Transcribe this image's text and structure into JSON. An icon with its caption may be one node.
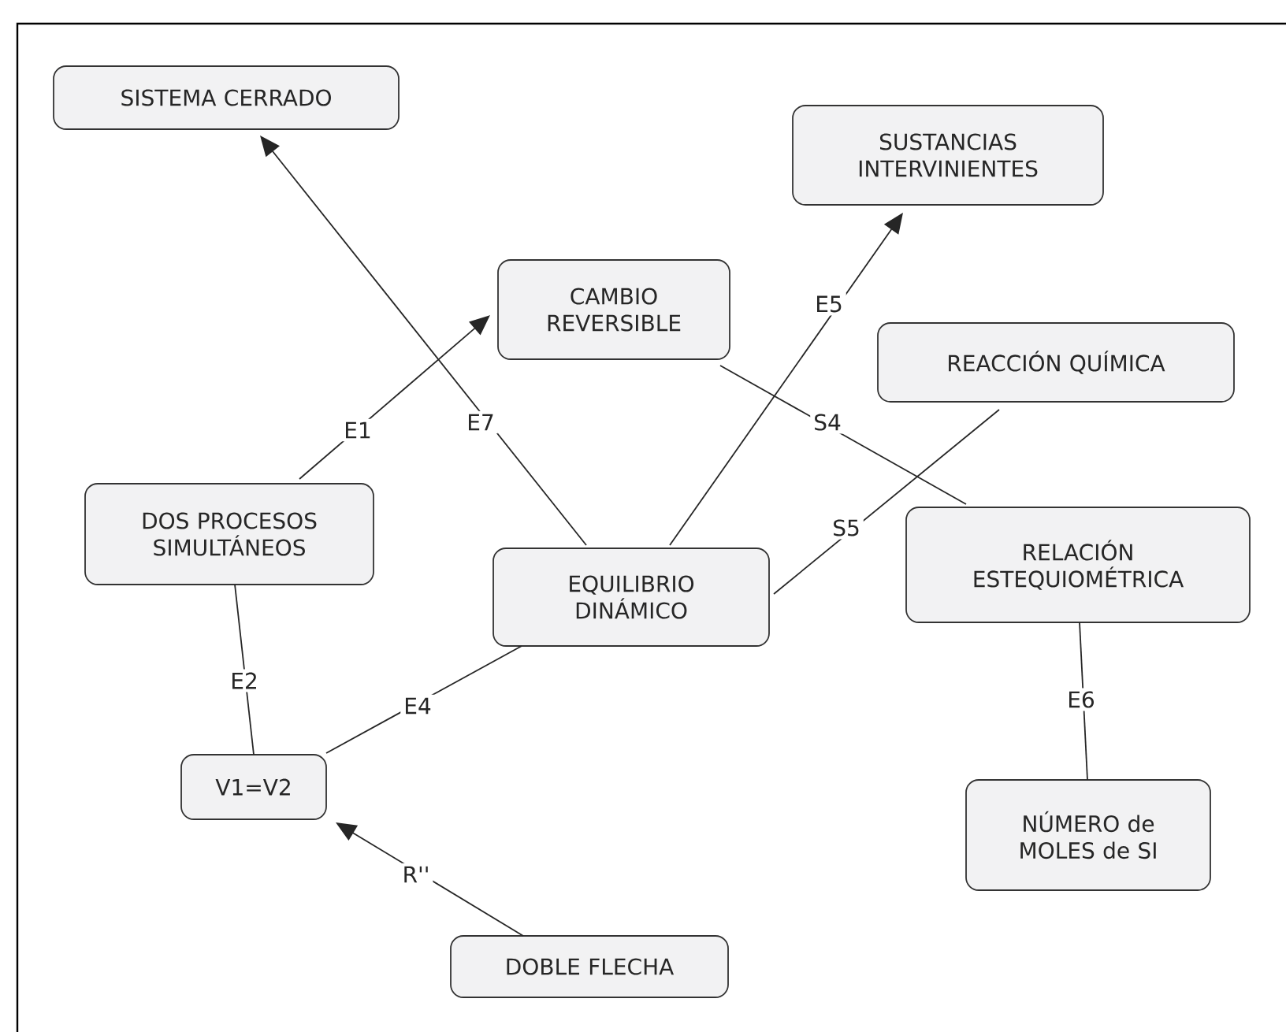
{
  "diagram": {
    "nodes": [
      {
        "text": [
          "SISTEMA CERRADO"
        ]
      },
      {
        "text": [
          "SUSTANCIAS INTERVINIENTES"
        ]
      },
      {
        "text": [
          "CAMBIO REVERSIBLE"
        ]
      },
      {
        "text": [
          "REACCIÓN QUÍMICA"
        ]
      },
      {
        "text": [
          "DOS PROCESOS SIMULTÁNEOS"
        ]
      },
      {
        "text": [
          "EQUILIBRIO DINÁMICO"
        ]
      },
      {
        "text": [
          "RELACIÓN ESTEQUIOMÉTRICA"
        ]
      },
      {
        "text": [
          "V1=V2"
        ]
      },
      {
        "text": [
          "NÚMERO de MOLES de SI"
        ]
      },
      {
        "text": [
          "DOBLE FLECHA"
        ]
      }
    ],
    "edges": [
      {
        "from": 4,
        "to": 2,
        "arrow": "to",
        "label": "E1"
      },
      {
        "from": 5,
        "to": 0,
        "arrow": "to",
        "label": "E7"
      },
      {
        "from": 5,
        "to": 1,
        "arrow": "to",
        "label": "E5"
      },
      {
        "from": 2,
        "to": 6,
        "arrow": "none",
        "label": "S4"
      },
      {
        "from": 5,
        "to": 3,
        "arrow": "none",
        "label": "S5"
      },
      {
        "from": 4,
        "to": 7,
        "arrow": "none",
        "label": "E2"
      },
      {
        "from": 7,
        "to": 5,
        "arrow": "none",
        "label": "E4"
      },
      {
        "from": 6,
        "to": 8,
        "arrow": "none",
        "label": "E6"
      },
      {
        "from": 9,
        "to": 7,
        "arrow": "to",
        "label": "R''"
      }
    ]
  }
}
